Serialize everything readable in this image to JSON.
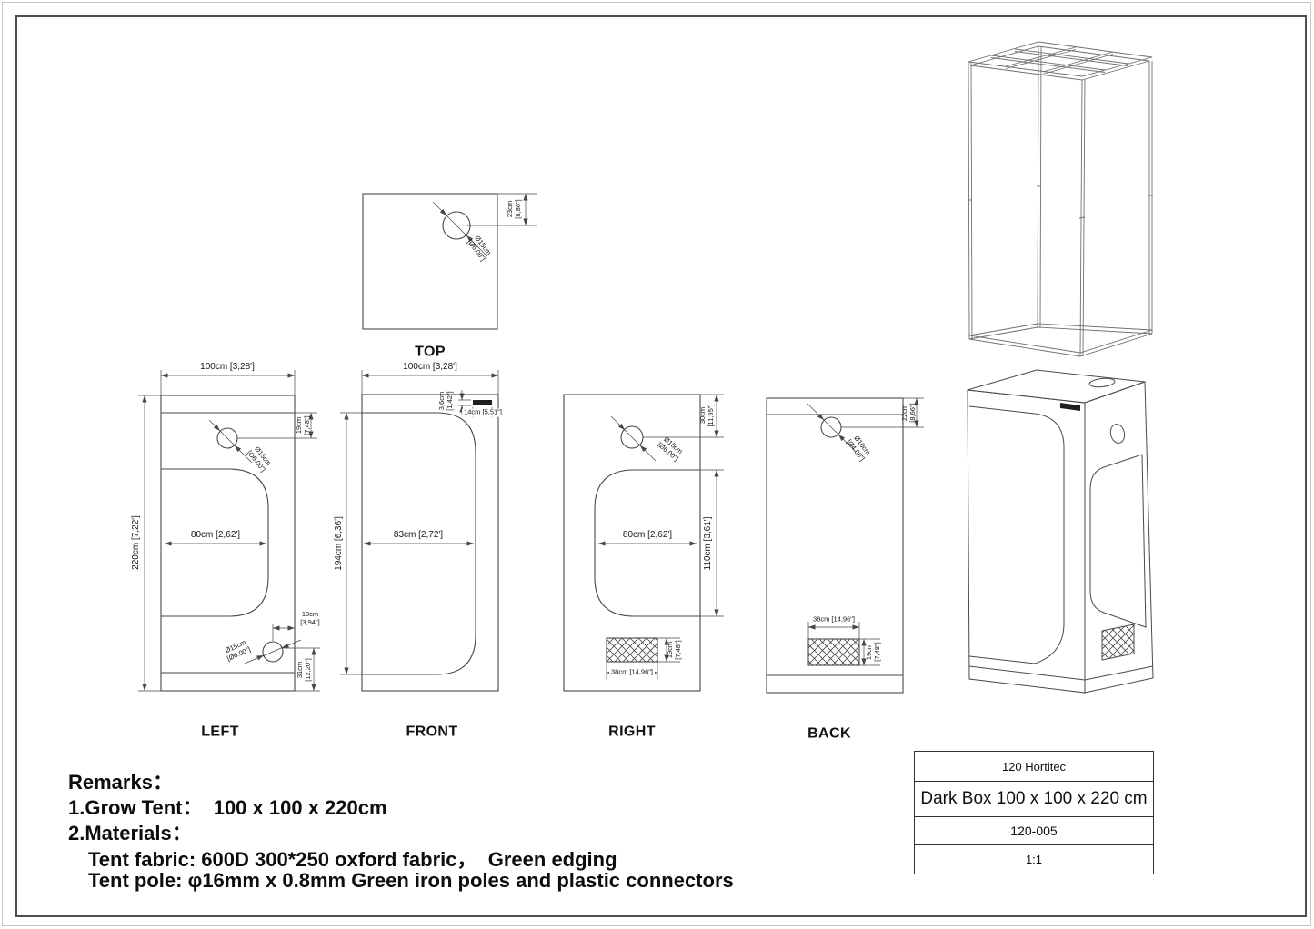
{
  "views": {
    "top": {
      "title": "TOP",
      "vent_offset": [
        "23cm",
        "[8,86\"]"
      ],
      "vent_dia": [
        "Ø15cm",
        "[Ø6.00\"]"
      ]
    },
    "left": {
      "title": "LEFT",
      "width": "100cm [3,28']",
      "height": "220cm [7,22']",
      "window_width": "80cm [2,62']",
      "top_vent_offset": [
        "19cm",
        "[7,48\"]"
      ],
      "top_vent_dia": [
        "Ø15cm",
        "[Ø6.00\"]"
      ],
      "bottom_vent_dia": [
        "Ø15cm",
        "[Ø6.00\"]"
      ],
      "bottom_vent_offset_h": [
        "10cm",
        "[3,94\"]"
      ],
      "bottom_vent_offset_v": [
        "31cm",
        "[12,20\"]"
      ]
    },
    "front": {
      "title": "FRONT",
      "width": "100cm [3,28']",
      "door_height": "194cm [6,36']",
      "door_width": "83cm [2,72']",
      "logo_height": [
        "3.6cm",
        "[1,42\"]"
      ],
      "logo_width": "14cm [5,51\"]"
    },
    "right": {
      "title": "RIGHT",
      "vent_offset": [
        "30cm",
        "[11,95\"]"
      ],
      "vent_dia": [
        "Ø15cm",
        "[Ø6.00\"]"
      ],
      "window_width": "80cm [2,62']",
      "window_height": "110cm [3,61']",
      "mesh_width": "38cm [14,96\"]",
      "mesh_height": [
        "19cm",
        "[7,48\"]"
      ]
    },
    "back": {
      "title": "BACK",
      "vent_offset": [
        "22cm",
        "[8,66\"]"
      ],
      "vent_dia": [
        "Ø10cm",
        "[Ø4.00\"]"
      ],
      "mesh_width": "38cm [14,96\"]",
      "mesh_height": [
        "19cm",
        "[7,48\"]"
      ]
    }
  },
  "remarks": {
    "heading": "Remarks：",
    "grow_tent": "1.Grow Tent：  100 x 100 x 220cm",
    "materials": "2.Materials：",
    "fabric": "Tent fabric: 600D 300*250 oxford fabric，  Green edging",
    "pole": "Tent pole: φ16mm x 0.8mm Green iron poles and plastic connectors"
  },
  "title_block": {
    "brand": "120 Hortitec",
    "product": "Dark Box 100 x 100 x 220 cm",
    "model": "120-005",
    "scale": "1:1"
  }
}
